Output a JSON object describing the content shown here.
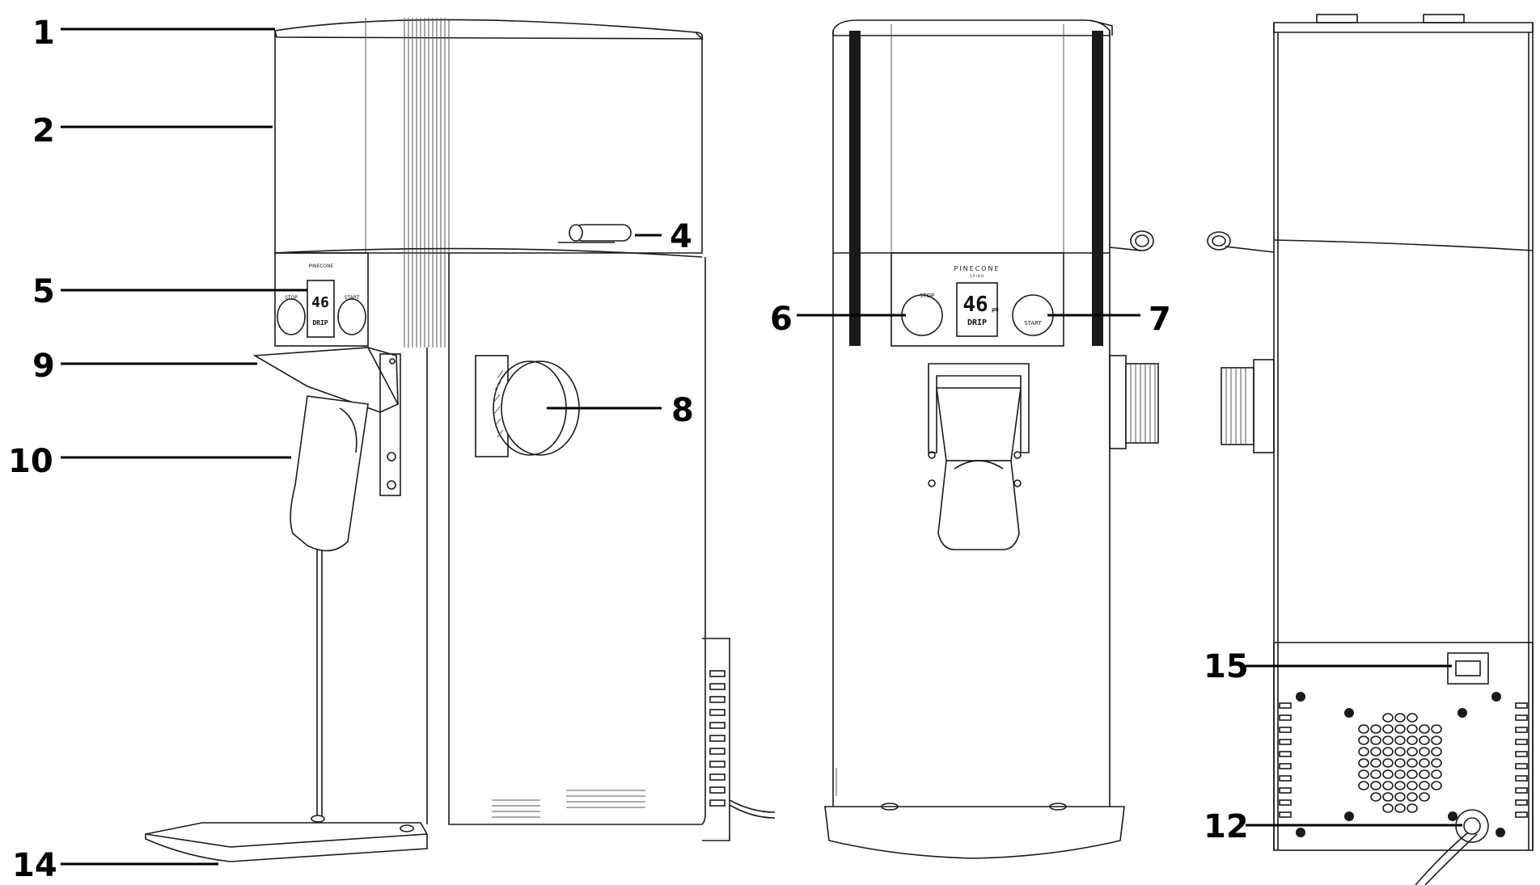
{
  "callouts": [
    {
      "id": "c1",
      "label": "1"
    },
    {
      "id": "c2",
      "label": "2"
    },
    {
      "id": "c4",
      "label": "4"
    },
    {
      "id": "c5",
      "label": "5"
    },
    {
      "id": "c9",
      "label": "9"
    },
    {
      "id": "c10",
      "label": "10"
    },
    {
      "id": "c14",
      "label": "14"
    },
    {
      "id": "c6",
      "label": "6"
    },
    {
      "id": "c7",
      "label": "7"
    },
    {
      "id": "c8",
      "label": "8"
    },
    {
      "id": "c15",
      "label": "15"
    },
    {
      "id": "c12",
      "label": "12"
    }
  ],
  "device": {
    "brand": "PINECONE",
    "brand_sub": "GRIND",
    "stop_label": "STOP",
    "start_label": "START",
    "display_value": "46",
    "display_unit_front": "µm",
    "display_mode_front": "DRIP",
    "display_mode_side": "DRIP"
  }
}
